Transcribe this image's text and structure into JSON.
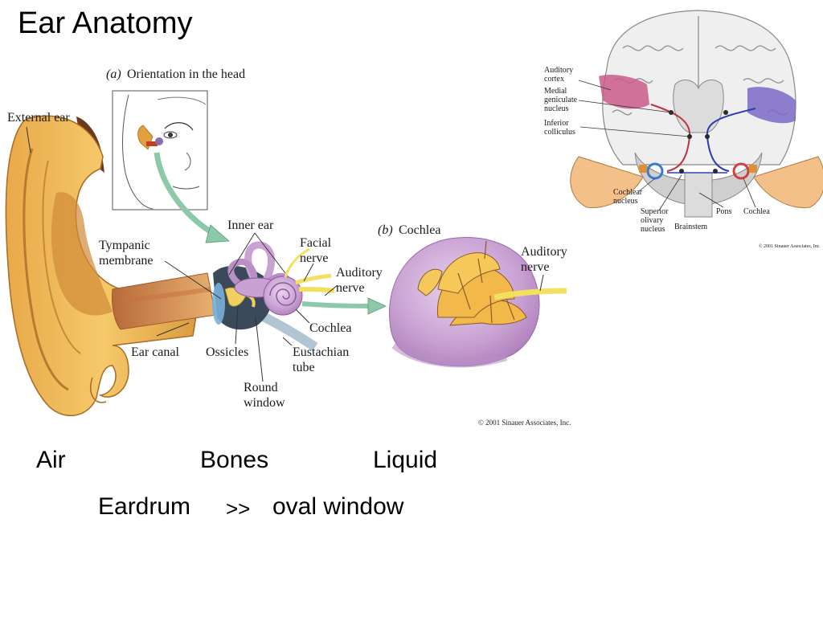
{
  "slide": {
    "title": "Ear Anatomy"
  },
  "figure_main": {
    "panel_a": {
      "letter": "(a)",
      "caption": "Orientation in the head"
    },
    "panel_b": {
      "letter": "(b)",
      "caption": "Cochlea"
    },
    "labels": {
      "external_ear": "External ear",
      "inner_ear": "Inner ear",
      "tympanic": "Tympanic",
      "membrane": "membrane",
      "facial": "Facial",
      "facial_nerve": "nerve",
      "auditory": "Auditory",
      "auditory_nerve": "nerve",
      "cochlea": "Cochlea",
      "ear_canal": "Ear canal",
      "ossicles": "Ossicles",
      "eustachian": "Eustachian",
      "tube": "tube",
      "round": "Round",
      "window": "window",
      "b_auditory": "Auditory",
      "b_nerve": "nerve"
    },
    "copyright": "© 2001 Sinauer Associates, Inc."
  },
  "figure_brain": {
    "labels": {
      "auditory_cortex_1": "Auditory",
      "auditory_cortex_2": "cortex",
      "medial_1": "Medial",
      "medial_2": "geniculate",
      "medial_3": "nucleus",
      "inferior_1": "Inferior",
      "inferior_2": "colliculus",
      "cochlear_nuc_1": "Cochlear",
      "cochlear_nuc_2": "nucleus",
      "superior_1": "Superior",
      "superior_2": "olivary",
      "superior_3": "nucleus",
      "pons": "Pons",
      "cochlea": "Cochlea",
      "brainstem": "Brainstem"
    },
    "copyright": "© 2001 Sinauer Associates, Inc."
  },
  "bottom": {
    "air": "Air",
    "bones": "Bones",
    "liquid": "Liquid",
    "eardrum": "Eardrum",
    "arrows": ">>",
    "oval_window": "oval window"
  }
}
